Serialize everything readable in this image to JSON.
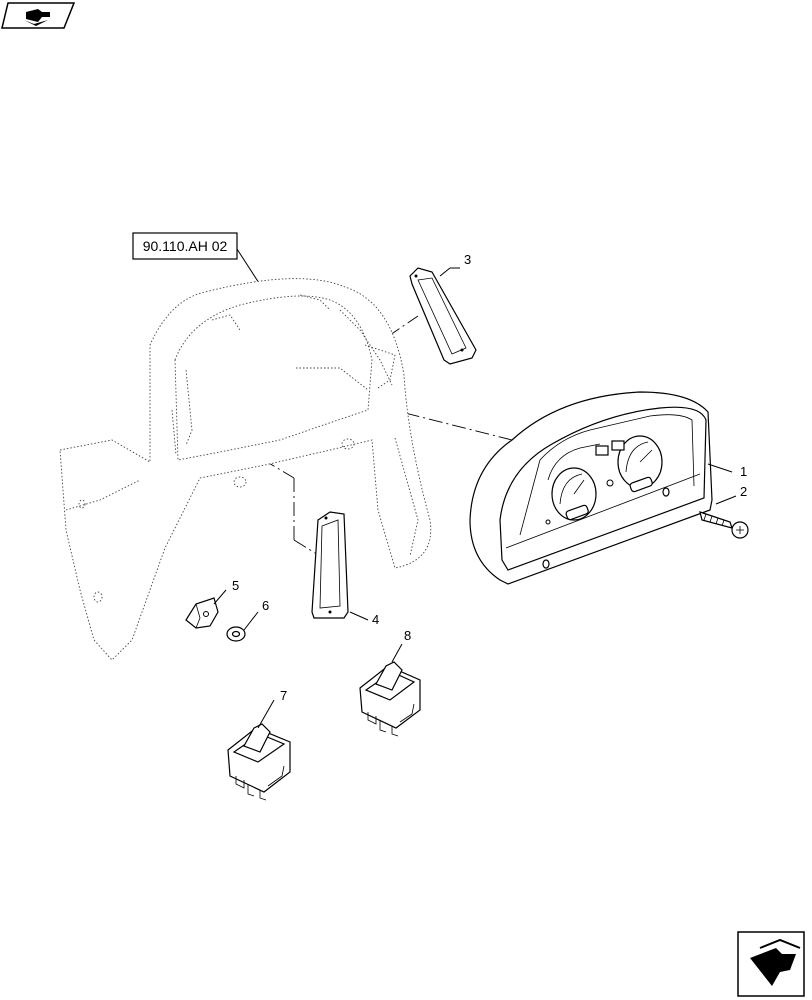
{
  "reference_box": {
    "label": "90.110.AH 02"
  },
  "callouts": {
    "part_1": "1",
    "part_2": "2",
    "part_3": "3",
    "part_4": "4",
    "part_5": "5",
    "part_6": "6",
    "part_7": "7",
    "part_8": "8"
  },
  "icons": {
    "top_left": "next-page-arrow-icon",
    "bottom_right": "next-page-arrow-icon"
  }
}
